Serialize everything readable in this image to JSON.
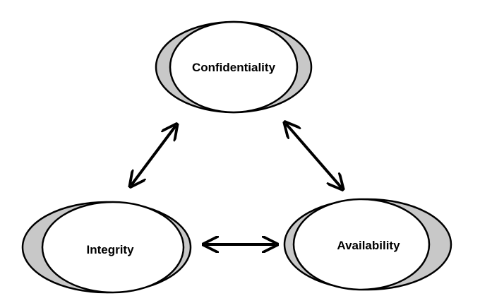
{
  "diagram": {
    "nodes": {
      "confidentiality": {
        "label": "Confidentiality"
      },
      "integrity": {
        "label": "Integrity"
      },
      "availability": {
        "label": "Availability"
      }
    },
    "edges": [
      {
        "from": "confidentiality",
        "to": "integrity",
        "style": "double-arrow"
      },
      {
        "from": "confidentiality",
        "to": "availability",
        "style": "double-arrow"
      },
      {
        "from": "integrity",
        "to": "availability",
        "style": "double-arrow"
      }
    ],
    "colors": {
      "outer_ring": "#c8c8c8",
      "inner_fill": "#ffffff",
      "stroke": "#000000"
    }
  }
}
